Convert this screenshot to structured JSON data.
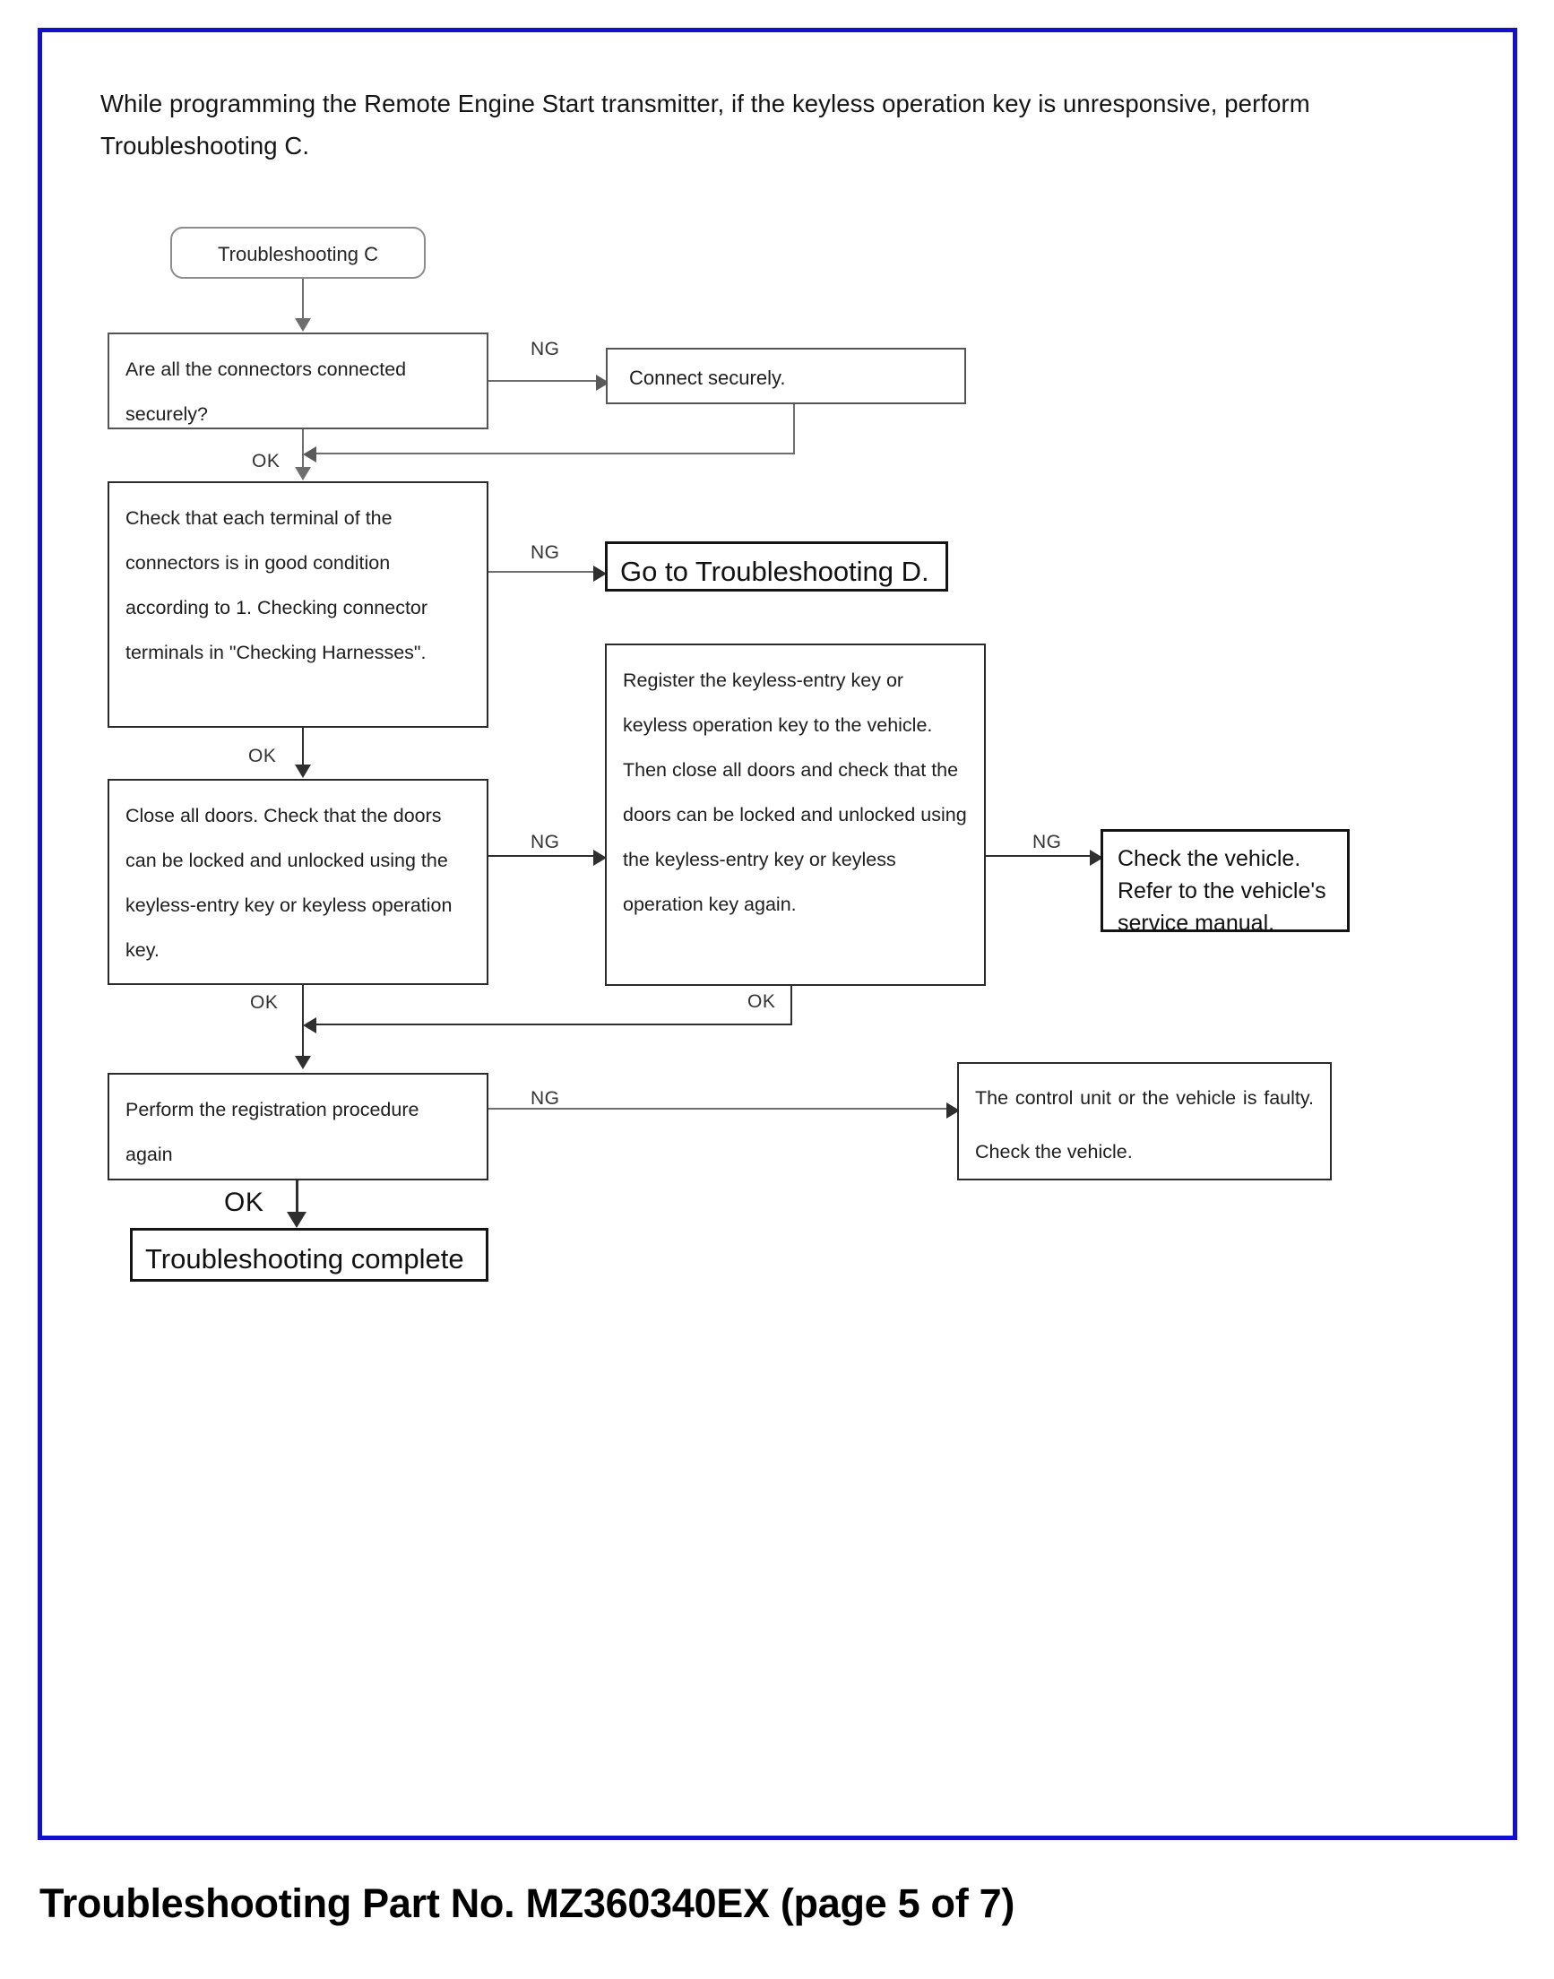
{
  "page": {
    "intro_text": "While programming the Remote Engine Start transmitter, if the keyless operation key is unresponsive, perform Troubleshooting C.",
    "footer_caption": "Troubleshooting Part No. MZ360340EX (page 5 of 7)",
    "frame_color": "#1111cc"
  },
  "flowchart": {
    "title": "Troubleshooting C flow",
    "nodes": {
      "start": "Troubleshooting C",
      "check_connectors": "Are all the connectors connected securely?",
      "connect_securely": "Connect securely.",
      "check_terminals": "Check that each terminal of the connectors is in good condition according to 1. Checking connector terminals in \"Checking Harnesses\".",
      "goto_d": "Go to Troubleshooting D.",
      "close_doors": "Close all doors. Check that the doors can be locked and unlocked using the keyless-entry key or keyless operation key.",
      "register_key": "Register the keyless-entry key or keyless operation key to the vehicle. Then close all doors and check that the doors can be locked and unlocked using the keyless-entry key or keyless operation key again.",
      "check_vehicle": "Check the vehicle. Refer to the vehicle's service manual.",
      "perform_registration": "Perform the registration procedure again",
      "control_unit_faulty": "The control unit or the vehicle is faulty. Check the vehicle.",
      "complete": "Troubleshooting complete"
    },
    "labels": {
      "ng": "NG",
      "ok": "OK"
    },
    "branches": [
      {
        "from": "check_connectors",
        "label": "NG",
        "to": "connect_securely"
      },
      {
        "from": "check_connectors",
        "label": "OK",
        "to": "check_terminals"
      },
      {
        "from": "connect_securely",
        "label": "",
        "to": "check_terminals"
      },
      {
        "from": "check_terminals",
        "label": "NG",
        "to": "goto_d"
      },
      {
        "from": "check_terminals",
        "label": "OK",
        "to": "close_doors"
      },
      {
        "from": "close_doors",
        "label": "NG",
        "to": "register_key"
      },
      {
        "from": "close_doors",
        "label": "OK",
        "to": "perform_registration"
      },
      {
        "from": "register_key",
        "label": "NG",
        "to": "check_vehicle"
      },
      {
        "from": "register_key",
        "label": "OK",
        "to": "perform_registration"
      },
      {
        "from": "perform_registration",
        "label": "NG",
        "to": "control_unit_faulty"
      },
      {
        "from": "perform_registration",
        "label": "OK",
        "to": "complete"
      }
    ]
  }
}
